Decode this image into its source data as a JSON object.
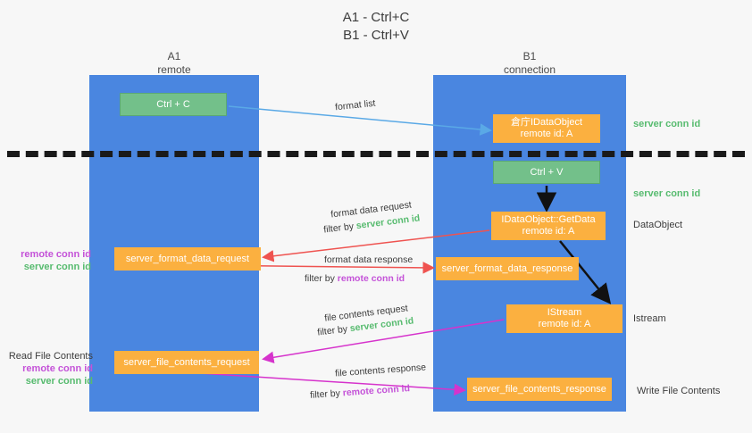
{
  "title": {
    "line1": "A1 - Ctrl+C",
    "line2": "B1 - Ctrl+V"
  },
  "lanes": {
    "left": {
      "name": "A1",
      "role": "remote"
    },
    "right": {
      "name": "B1",
      "role": "connection"
    }
  },
  "boxes": {
    "ctrl_c": {
      "label": "Ctrl + C",
      "color": "#73c08a"
    },
    "idataobject": {
      "line1": "倉庁IDataObject",
      "line2": "remote id: A",
      "color": "#fbb040"
    },
    "ctrl_v": {
      "label": "Ctrl + V",
      "color": "#73c08a"
    },
    "getdata": {
      "line1": "IDataObject::GetData",
      "line2": "remote id: A",
      "color": "#fbb040"
    },
    "server_format_data_request": {
      "label": "server_format_data_request",
      "color": "#fbb040"
    },
    "server_format_data_response": {
      "label": "server_format_data_response",
      "color": "#fbb040"
    },
    "istream": {
      "line1": "IStream",
      "line2": "remote id: A",
      "color": "#fbb040"
    },
    "server_file_contents_request": {
      "label": "server_file_contents_request",
      "color": "#fbb040"
    },
    "server_file_contents_response": {
      "label": "server_file_contents_response",
      "color": "#fbb040"
    }
  },
  "arrow_labels": {
    "format_list": "format list",
    "format_data_request": {
      "line1": "format data request",
      "prefix": "filter by ",
      "token": "server conn id"
    },
    "format_data_response": {
      "line1": "format data response",
      "prefix": "filter by ",
      "token": "remote conn id"
    },
    "file_contents_request": {
      "line1": "file contents request",
      "prefix": "filter by ",
      "token": "server conn id"
    },
    "file_contents_response": {
      "line1": "file contents response",
      "prefix": "filter by ",
      "token": "remote conn id"
    }
  },
  "annotations": {
    "server_conn_id_top": "server conn id",
    "server_conn_id_mid": "server conn id",
    "dataobject": "DataObject",
    "istream": "Istream",
    "write_file_contents": "Write File Contents",
    "read_file_contents": "Read File Contents",
    "remote_conn_id": "remote conn id",
    "server_conn_id": "server conn id"
  },
  "colors": {
    "lane_blue": "#4a86e0",
    "box_green": "#73c08a",
    "box_orange": "#fbb040",
    "token_green": "#57bb6f",
    "token_magenta": "#c452d8",
    "arrow_blue": "#5aa9e6",
    "arrow_red": "#ef5350",
    "arrow_magenta": "#d633cc",
    "arrow_black": "#111111",
    "divider": "#1a1a1a",
    "background": "#f7f7f7"
  }
}
